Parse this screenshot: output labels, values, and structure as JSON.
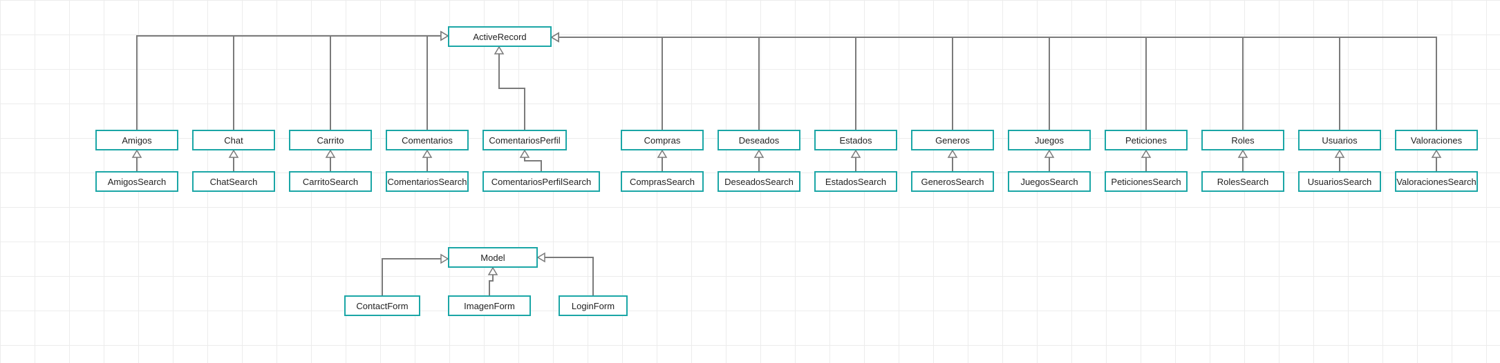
{
  "diagram": {
    "nodes": [
      {
        "id": "activerecord",
        "label": "ActiveRecord"
      },
      {
        "id": "amigos",
        "label": "Amigos"
      },
      {
        "id": "chat",
        "label": "Chat"
      },
      {
        "id": "carrito",
        "label": "Carrito"
      },
      {
        "id": "comentarios",
        "label": "Comentarios"
      },
      {
        "id": "comentariosperfil",
        "label": "ComentariosPerfil"
      },
      {
        "id": "compras",
        "label": "Compras"
      },
      {
        "id": "deseados",
        "label": "Deseados"
      },
      {
        "id": "estados",
        "label": "Estados"
      },
      {
        "id": "generos",
        "label": "Generos"
      },
      {
        "id": "juegos",
        "label": "Juegos"
      },
      {
        "id": "peticiones",
        "label": "Peticiones"
      },
      {
        "id": "roles",
        "label": "Roles"
      },
      {
        "id": "usuarios",
        "label": "Usuarios"
      },
      {
        "id": "valoraciones",
        "label": "Valoraciones"
      },
      {
        "id": "amigossearch",
        "label": "AmigosSearch"
      },
      {
        "id": "chatsearch",
        "label": "ChatSearch"
      },
      {
        "id": "carritosearch",
        "label": "CarritoSearch"
      },
      {
        "id": "comentariossearch",
        "label": "ComentariosSearch"
      },
      {
        "id": "comentariosperfilsearch",
        "label": "ComentariosPerfilSearch"
      },
      {
        "id": "comprassearch",
        "label": "ComprasSearch"
      },
      {
        "id": "deseadossearch",
        "label": "DeseadosSearch"
      },
      {
        "id": "estadossearch",
        "label": "EstadosSearch"
      },
      {
        "id": "generossearch",
        "label": "GenerosSearch"
      },
      {
        "id": "juegossearch",
        "label": "JuegosSearch"
      },
      {
        "id": "peticionessearch",
        "label": "PeticionesSearch"
      },
      {
        "id": "rolessearch",
        "label": "RolesSearch"
      },
      {
        "id": "usuariossearch",
        "label": "UsuariosSearch"
      },
      {
        "id": "valoracionessearch",
        "label": "ValoracionesSearch"
      },
      {
        "id": "model",
        "label": "Model"
      },
      {
        "id": "contactform",
        "label": "ContactForm"
      },
      {
        "id": "imagenform",
        "label": "ImagenForm"
      },
      {
        "id": "loginform",
        "label": "LoginForm"
      }
    ],
    "edges": [
      {
        "from": "amigos",
        "to": "activerecord",
        "type": "inheritance"
      },
      {
        "from": "chat",
        "to": "activerecord",
        "type": "inheritance"
      },
      {
        "from": "carrito",
        "to": "activerecord",
        "type": "inheritance"
      },
      {
        "from": "comentarios",
        "to": "activerecord",
        "type": "inheritance"
      },
      {
        "from": "comentariosperfil",
        "to": "activerecord",
        "type": "inheritance"
      },
      {
        "from": "compras",
        "to": "activerecord",
        "type": "inheritance"
      },
      {
        "from": "deseados",
        "to": "activerecord",
        "type": "inheritance"
      },
      {
        "from": "estados",
        "to": "activerecord",
        "type": "inheritance"
      },
      {
        "from": "generos",
        "to": "activerecord",
        "type": "inheritance"
      },
      {
        "from": "juegos",
        "to": "activerecord",
        "type": "inheritance"
      },
      {
        "from": "peticiones",
        "to": "activerecord",
        "type": "inheritance"
      },
      {
        "from": "roles",
        "to": "activerecord",
        "type": "inheritance"
      },
      {
        "from": "usuarios",
        "to": "activerecord",
        "type": "inheritance"
      },
      {
        "from": "valoraciones",
        "to": "activerecord",
        "type": "inheritance"
      },
      {
        "from": "amigossearch",
        "to": "amigos",
        "type": "inheritance"
      },
      {
        "from": "chatsearch",
        "to": "chat",
        "type": "inheritance"
      },
      {
        "from": "carritosearch",
        "to": "carrito",
        "type": "inheritance"
      },
      {
        "from": "comentariossearch",
        "to": "comentarios",
        "type": "inheritance"
      },
      {
        "from": "comentariosperfilsearch",
        "to": "comentariosperfil",
        "type": "inheritance"
      },
      {
        "from": "comprassearch",
        "to": "compras",
        "type": "inheritance"
      },
      {
        "from": "deseadossearch",
        "to": "deseados",
        "type": "inheritance"
      },
      {
        "from": "estadossearch",
        "to": "estados",
        "type": "inheritance"
      },
      {
        "from": "generossearch",
        "to": "generos",
        "type": "inheritance"
      },
      {
        "from": "juegossearch",
        "to": "juegos",
        "type": "inheritance"
      },
      {
        "from": "peticionessearch",
        "to": "peticiones",
        "type": "inheritance"
      },
      {
        "from": "rolessearch",
        "to": "roles",
        "type": "inheritance"
      },
      {
        "from": "usuariossearch",
        "to": "usuarios",
        "type": "inheritance"
      },
      {
        "from": "valoracionessearch",
        "to": "valoraciones",
        "type": "inheritance"
      },
      {
        "from": "contactform",
        "to": "model",
        "type": "inheritance"
      },
      {
        "from": "imagenform",
        "to": "model",
        "type": "inheritance"
      },
      {
        "from": "loginform",
        "to": "model",
        "type": "inheritance"
      }
    ]
  },
  "colors": {
    "box_border": "#1aa6a6",
    "edge": "#7a7a7a",
    "text": "#222222",
    "grid": "#ececec"
  }
}
